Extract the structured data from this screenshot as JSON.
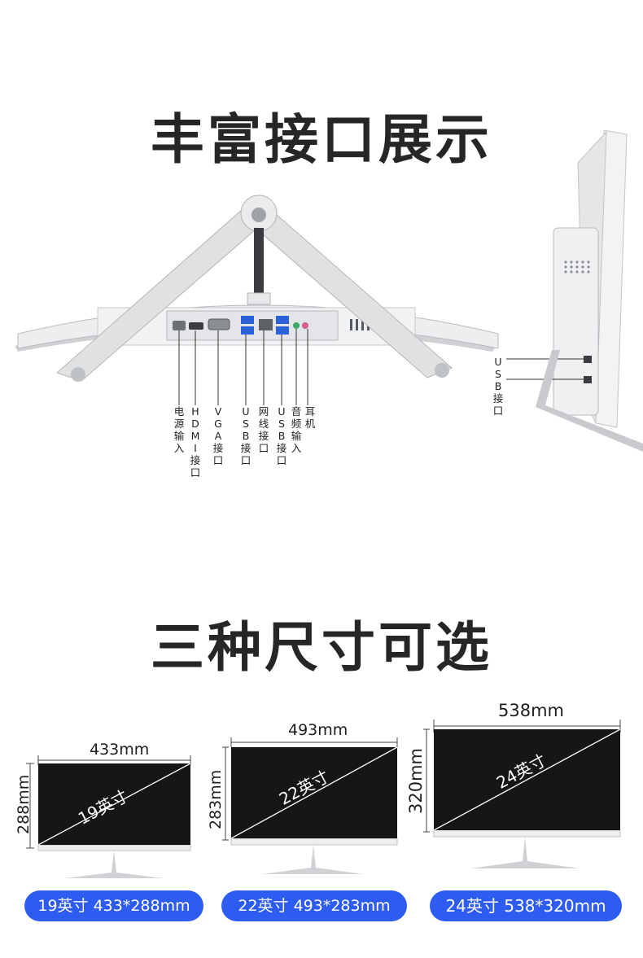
{
  "section1": {
    "title": "丰富接口展示",
    "ports": [
      {
        "label": "电源输入"
      },
      {
        "label": "HDMI接口"
      },
      {
        "label": "VGA接口"
      },
      {
        "label": "USB接口"
      },
      {
        "label": "网线接口"
      },
      {
        "label": "USB接口"
      },
      {
        "label": "音频输入"
      },
      {
        "label": "耳机"
      }
    ],
    "side_label": "USB接口"
  },
  "section2": {
    "title": "三种尺寸可选",
    "models": [
      {
        "screen_label": "19英寸",
        "width": "433mm",
        "height": "288mm",
        "pill": "19英寸 433*288mm"
      },
      {
        "screen_label": "22英寸",
        "width": "493mm",
        "height": "283mm",
        "pill": "22英寸 493*283mm"
      },
      {
        "screen_label": "24英寸",
        "width": "538mm",
        "height": "320mm",
        "pill": "24英寸 538*320mm"
      }
    ]
  },
  "colors": {
    "accent": "#2f5cf0",
    "screen": "#161616",
    "stand": "#d9dadc"
  }
}
